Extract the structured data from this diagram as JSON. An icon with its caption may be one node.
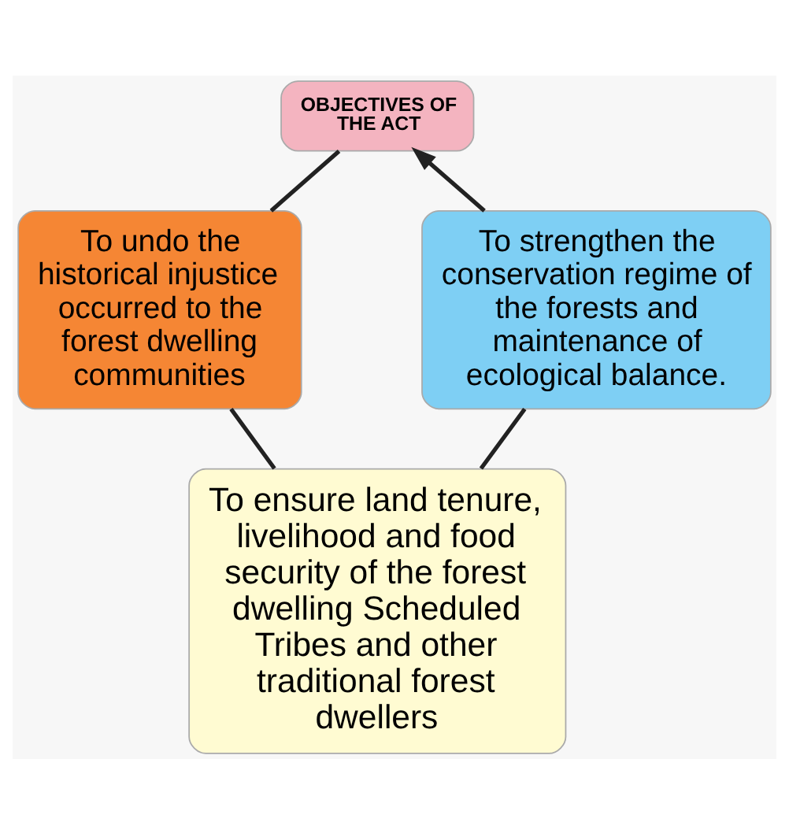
{
  "diagram": {
    "nodes": [
      {
        "text": [
          "OBJECTIVES OF THE ACT"
        ]
      },
      {
        "text": [
          "To undo the historical injustice occurred to the forest dwelling communities"
        ]
      },
      {
        "text": [
          "To ensure land tenure, livelihood and food security of the forest dwelling Scheduled Tribes and other traditional forest dwellers"
        ]
      },
      {
        "text": [
          "To strengthen the conservation regime of the forests and maintenance of ecological balance."
        ]
      }
    ],
    "edges": [
      {
        "from": 0,
        "to": 1,
        "arrow": "none"
      },
      {
        "from": 1,
        "to": 2,
        "arrow": "none"
      },
      {
        "from": 2,
        "to": 3,
        "arrow": "none"
      },
      {
        "from": 3,
        "to": 0,
        "arrow": "to"
      }
    ]
  }
}
